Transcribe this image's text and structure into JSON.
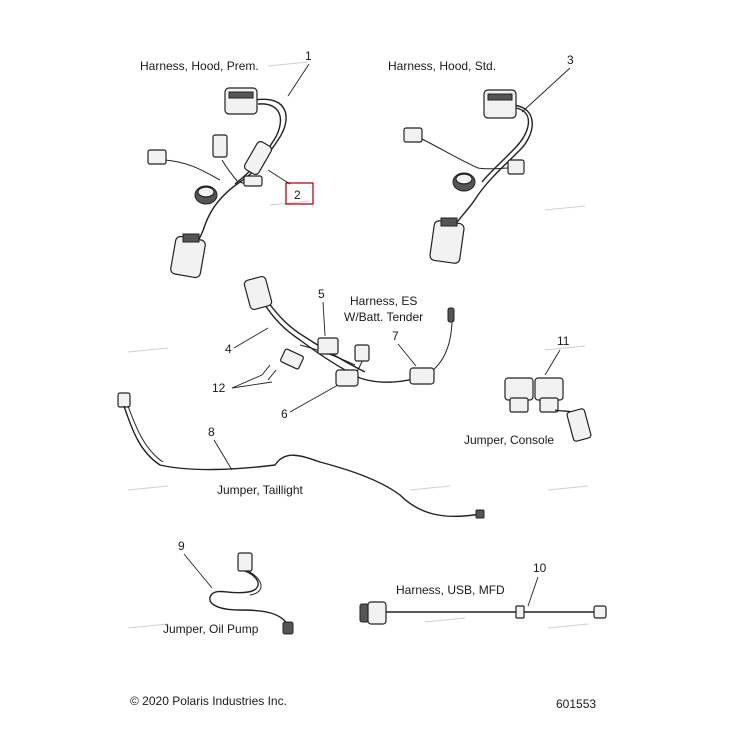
{
  "labels": {
    "hood_prem": "Harness, Hood, Prem.",
    "hood_std": "Harness, Hood, Std.",
    "es_line1": "Harness, ES",
    "es_line2": "W/Batt. Tender",
    "console": "Jumper, Console",
    "taillight": "Jumper, Taillight",
    "oil_pump": "Jumper, Oil Pump",
    "usb_mfd": "Harness, USB, MFD"
  },
  "callouts": {
    "c1": "1",
    "c2": "2",
    "c3": "3",
    "c4": "4",
    "c5": "5",
    "c6": "6",
    "c7": "7",
    "c8": "8",
    "c9": "9",
    "c10": "10",
    "c11": "11",
    "c12": "12"
  },
  "highlight_color": "#c0001a",
  "footer": {
    "copyright": "© 2020 Polaris Industries Inc.",
    "diagram_number": "601553"
  }
}
